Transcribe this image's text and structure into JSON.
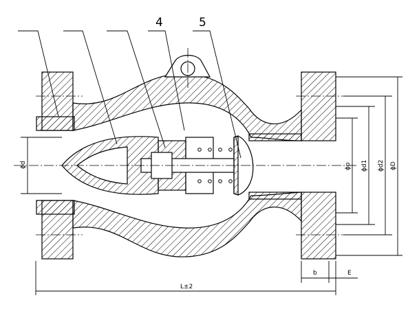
{
  "drawing": {
    "callouts": [
      "4",
      "5"
    ],
    "dimensions": {
      "inlet_diameter": "ϕd",
      "port_diameter": "ϕp",
      "diameter_d1": "ϕd1",
      "diameter_d2": "ϕd2",
      "outer_diameter": "ϕD",
      "flange_thickness": "b",
      "raised_face": "E",
      "overall_length": "L±2"
    },
    "colors": {
      "line": "#000000",
      "background": "#ffffff"
    }
  }
}
